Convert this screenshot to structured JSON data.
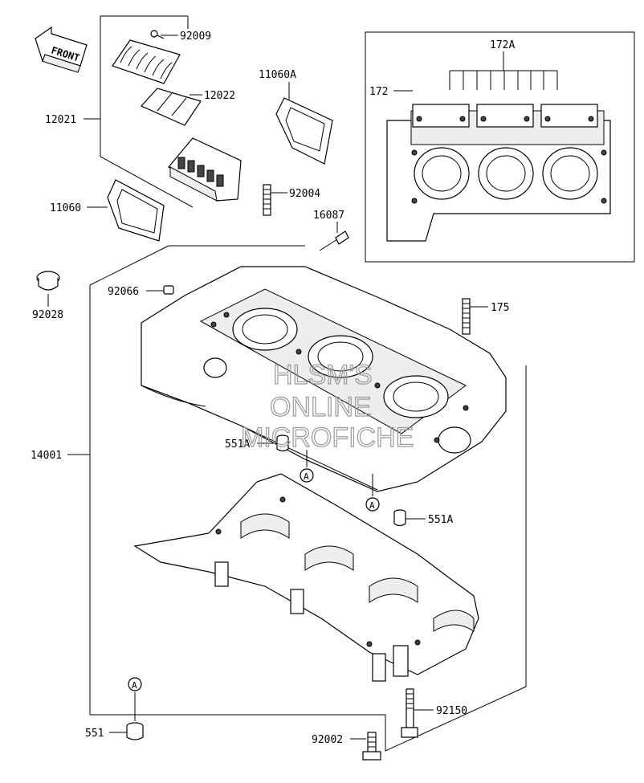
{
  "front_arrow": {
    "label": "FRONT"
  },
  "callouts": {
    "p92009": "92009",
    "p12022": "12022",
    "p12021": "12021",
    "p11060A": "11060A",
    "p11060": "11060",
    "p92004": "92004",
    "p16087": "16087",
    "p172A": "172A",
    "p172": "172",
    "p92028": "92028",
    "p92066": "92066",
    "p175": "175",
    "p14001": "14001",
    "p551A_left": "551A",
    "p551A_right": "551A",
    "p92150": "92150",
    "p551": "551",
    "p92002": "92002"
  },
  "reference_marks": {
    "a1": "A",
    "a2": "A",
    "a3": "A"
  },
  "watermark": {
    "line1": "HLSM'S",
    "line2": "ONLINE",
    "line3": "MICROFICHE"
  }
}
